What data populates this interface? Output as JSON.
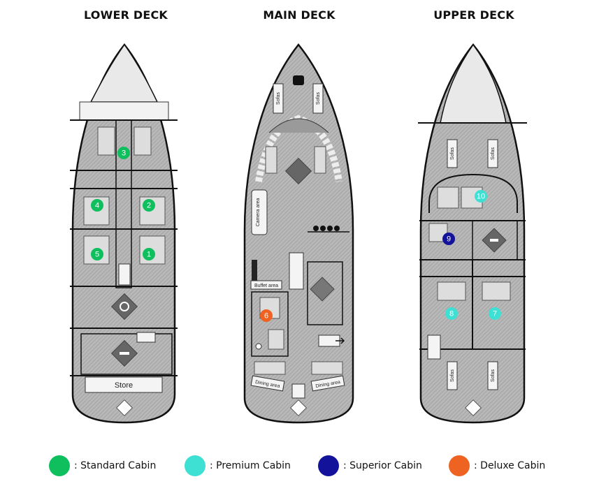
{
  "decks": [
    {
      "title": "LOWER DECK"
    },
    {
      "title": "MAIN DECK"
    },
    {
      "title": "UPPER DECK"
    }
  ],
  "labels": {
    "store": "Store",
    "buffet": "Buffet area",
    "dining_left": "Dining area",
    "dining_right": "Dining area",
    "sofas": "Sofas",
    "camera": "Camera area"
  },
  "cabin_types": {
    "standard": {
      "label": ": Standard Cabin",
      "color": "#0fbf5e"
    },
    "premium": {
      "label": ": Premium Cabin",
      "color": "#3ee0d4"
    },
    "superior": {
      "label": ": Superior Cabin",
      "color": "#13129a"
    },
    "deluxe": {
      "label": ": Deluxe Cabin",
      "color": "#ee6222"
    }
  },
  "cabins": [
    {
      "num": "1",
      "type": "standard",
      "deck": "LOWER DECK"
    },
    {
      "num": "2",
      "type": "standard",
      "deck": "LOWER DECK"
    },
    {
      "num": "3",
      "type": "standard",
      "deck": "LOWER DECK"
    },
    {
      "num": "4",
      "type": "standard",
      "deck": "LOWER DECK"
    },
    {
      "num": "5",
      "type": "standard",
      "deck": "LOWER DECK"
    },
    {
      "num": "6",
      "type": "deluxe",
      "deck": "MAIN DECK"
    },
    {
      "num": "7",
      "type": "premium",
      "deck": "UPPER DECK"
    },
    {
      "num": "8",
      "type": "premium",
      "deck": "UPPER DECK"
    },
    {
      "num": "9",
      "type": "superior",
      "deck": "UPPER DECK"
    },
    {
      "num": "10",
      "type": "premium",
      "deck": "UPPER DECK"
    }
  ],
  "icons": [
    "engine-gear-icon",
    "water-tank-icon",
    "bar-icon",
    "staircase-icon",
    "jacuzzi-icon",
    "bathroom-icon",
    "compass-logo-icon"
  ]
}
